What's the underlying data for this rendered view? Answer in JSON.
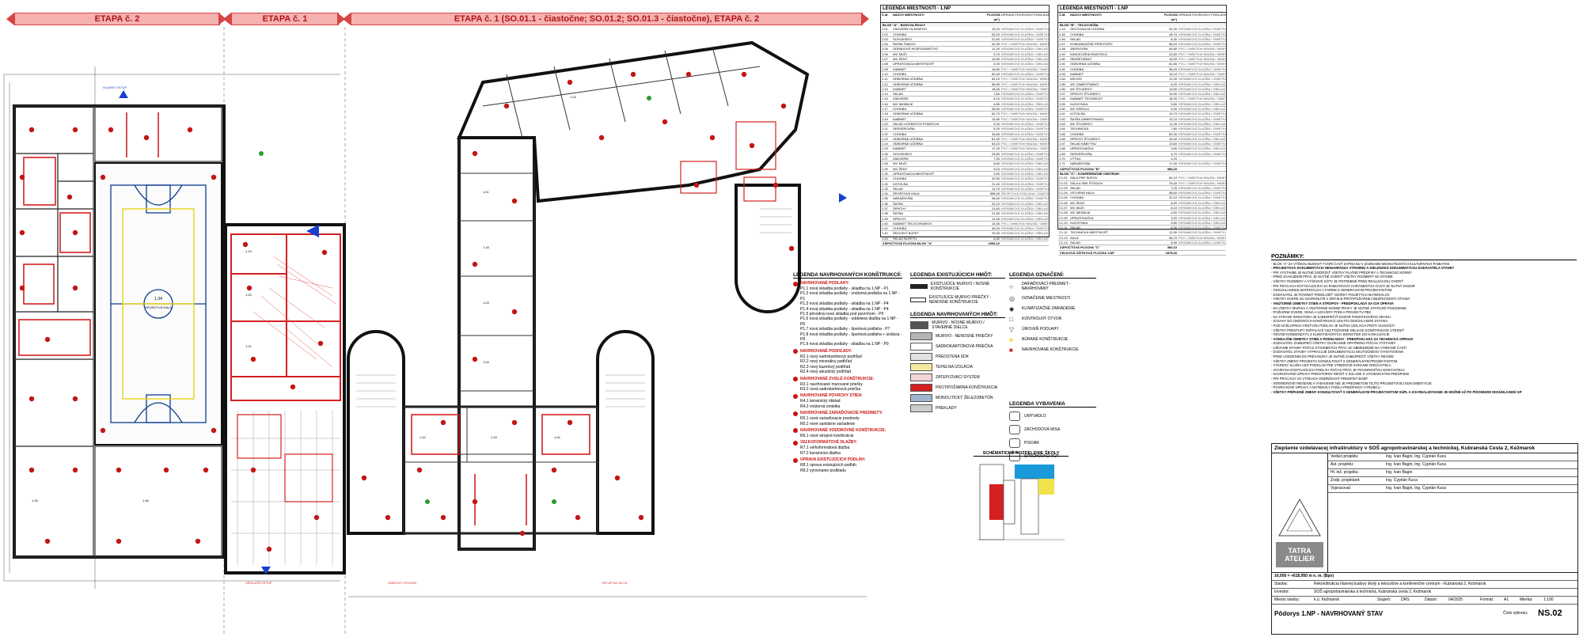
{
  "stages": {
    "stage_left": "ETAPA č. 2",
    "stage_mid": "ETAPA č. 1",
    "stage_right": "ETAPA č. 1 (SO.01.1 - čiastočne; SO.01.2; SO.01.3 - čiastočne),   ETAPA č. 2"
  },
  "plan_labels": {
    "gym": "1.34",
    "gym_area": "SPOROTVÁ HALA",
    "room_a": "1.01",
    "room_b": "1.18",
    "room_c": "1.03",
    "room_d": "1.04",
    "room_e": "1.24",
    "room_f": "1.19",
    "room_g": "1.20",
    "room_h": "1.21",
    "room_i": "1.42",
    "room_j": "1.43",
    "room_k": "1.44",
    "room_l": "1.45",
    "room_m": "1.46",
    "entrance_left": "HLAVNÝ VSTUP",
    "entrance_right": "VEDĽAJŠÍ VSTUP",
    "exit_a": "ÚNIKOVÝ VÝCHOD",
    "exit_b": "VSTUP DO SO.01"
  },
  "table_left": {
    "title": "LEGENDA MIESTNOSTÍ - 1.NP",
    "headers": [
      "Č.M.",
      "NÁZOV MIESTNOSTI",
      "PLOCHA (m²)",
      "ÚPRAVA POVRCHOV PODLAHA / STENY / STROP"
    ],
    "section": "BLOK \"A\" - BUDOVA ŠKOLY",
    "rows": [
      [
        "1.01",
        "ZÁDVERIE HLAVNÉHO",
        "15,10",
        "KERAMICKÁ DLAŽBA / OMIETKA / SDK PODHĽAD"
      ],
      [
        "1.02",
        "CHODBA",
        "53,20",
        "KERAMICKÁ DLAŽBA / OMIETKA / MINERÁLNY PODHĽAD"
      ],
      [
        "1.03",
        "SCHODISKO",
        "22,60",
        "KERAMICKÁ DLAŽBA / OMIETKA / OMIETKA"
      ],
      [
        "1.04",
        "ŠATNE ŽIAKOV",
        "42,30",
        "PVC / OMIETKA+MAĽBA / MINERÁLNY PODHĽAD"
      ],
      [
        "1.05",
        "ODPADOVÉ HOSPODÁRSTVO",
        "11,20",
        "KERAMICKÁ DLAŽBA / OBKLAD / OMIETKA"
      ],
      [
        "1.06",
        "WC MUŽI",
        "9,70",
        "KERAMICKÁ DLAŽBA / OBKLAD / SDK PODHĽAD"
      ],
      [
        "1.07",
        "WC ŽENY",
        "10,50",
        "KERAMICKÁ DLAŽBA / OBKLAD / SDK PODHĽAD"
      ],
      [
        "1.08",
        "UPRATOVACIA MIESTNOSŤ",
        "4,30",
        "KERAMICKÁ DLAŽBA / OBKLAD / OMIETKA"
      ],
      [
        "1.09",
        "KABINET",
        "16,80",
        "PVC / OMIETKA+MAĽBA / OMIETKA"
      ],
      [
        "1.10",
        "CHODBA",
        "60,40",
        "KERAMICKÁ DLAŽBA / OMIETKA / MINERÁLNY PODHĽAD"
      ],
      [
        "1.11",
        "ODBORNÁ UČEBŇA",
        "64,20",
        "PVC / OMIETKA+MAĽBA / MINERÁLNY PODHĽAD"
      ],
      [
        "1.12",
        "ODBORNÁ UČEBŇA",
        "58,90",
        "PVC / OMIETKA+MAĽBA / MINERÁLNY PODHĽAD"
      ],
      [
        "1.13",
        "KABINET",
        "18,40",
        "PVC / OMIETKA+MAĽBA / OMIETKA"
      ],
      [
        "1.14",
        "SKLAD",
        "7,60",
        "KERAMICKÁ DLAŽBA / OMIETKA / OMIETKA"
      ],
      [
        "1.15",
        "ZÁDVERIE",
        "6,10",
        "KERAMICKÁ DLAŽBA / OMIETKA / OMIETKA"
      ],
      [
        "1.16",
        "WC IMOBILNÍ",
        "4,80",
        "KERAMICKÁ DLAŽBA / OBKLAD / SDK PODHĽAD"
      ],
      [
        "1.17",
        "CHODBA",
        "28,30",
        "KERAMICKÁ DLAŽBA / OMIETKA / MINERÁLNY PODHĽAD"
      ],
      [
        "1.18",
        "ODBORNÁ UČEBŇA",
        "62,70",
        "PVC / OMIETKA+MAĽBA / MINERÁLNY PODHĽAD"
      ],
      [
        "1.19",
        "KABINET",
        "14,90",
        "PVC / OMIETKA+MAĽBA / OMIETKA"
      ],
      [
        "1.20",
        "SKLAD UČEBNÝCH POMÔCOK",
        "9,40",
        "KERAMICKÁ DLAŽBA / OMIETKA / OMIETKA"
      ],
      [
        "1.21",
        "SERVEROVŇA",
        "5,20",
        "KERAMICKÁ DLAŽBA / OMIETKA / OMIETKA"
      ],
      [
        "1.22",
        "CHODBA",
        "34,60",
        "KERAMICKÁ DLAŽBA / OMIETKA / MINERÁLNY PODHĽAD"
      ],
      [
        "1.23",
        "ODBORNÁ UČEBŇA",
        "61,30",
        "PVC / OMIETKA+MAĽBA / MINERÁLNY PODHĽAD"
      ],
      [
        "1.24",
        "ODBORNÁ UČEBŇA",
        "63,10",
        "PVC / OMIETKA+MAĽBA / MINERÁLNY PODHĽAD"
      ],
      [
        "1.25",
        "KABINET",
        "17,20",
        "PVC / OMIETKA+MAĽBA / OMIETKA"
      ],
      [
        "1.26",
        "SCHODISKO",
        "24,80",
        "KERAMICKÁ DLAŽBA / OMIETKA / OMIETKA"
      ],
      [
        "1.27",
        "ZÁDVERIE",
        "7,90",
        "KERAMICKÁ DLAŽBA / OMIETKA / OMIETKA"
      ],
      [
        "1.28",
        "WC MUŽI",
        "8,60",
        "KERAMICKÁ DLAŽBA / OBKLAD / SDK PODHĽAD"
      ],
      [
        "1.29",
        "WC ŽENY",
        "9,10",
        "KERAMICKÁ DLAŽBA / OBKLAD / SDK PODHĽAD"
      ],
      [
        "1.30",
        "UPRATOVACIA MIESTNOSŤ",
        "3,90",
        "KERAMICKÁ DLAŽBA / OBKLAD / OMIETKA"
      ],
      [
        "1.31",
        "CHODBA",
        "42,50",
        "KERAMICKÁ DLAŽBA / OMIETKA / MINERÁLNY PODHĽAD"
      ],
      [
        "1.32",
        "KOTOLŇA",
        "21,40",
        "KERAMICKÁ DLAŽBA / OMIETKA / OMIETKA"
      ],
      [
        "1.33",
        "SKLAD",
        "12,70",
        "KERAMICKÁ DLAŽBA / OMIETKA / OMIETKA"
      ],
      [
        "1.34",
        "ŠPORTOVÁ HALA",
        "598,20",
        "ŠPORTOVÁ PODLAHA / OMIETKA / OMIETKA"
      ],
      [
        "1.35",
        "NÁRAĎOVŇA",
        "28,40",
        "KERAMICKÁ DLAŽBA / OMIETKA / OMIETKA"
      ],
      [
        "1.36",
        "ŠATŇA",
        "22,10",
        "KERAMICKÁ DLAŽBA / OBKLAD / SDK PODHĽAD"
      ],
      [
        "1.37",
        "SPRCHY",
        "11,60",
        "KERAMICKÁ DLAŽBA / OBKLAD / SDK PODHĽAD"
      ],
      [
        "1.38",
        "ŠATŇA",
        "21,80",
        "KERAMICKÁ DLAŽBA / OBKLAD / SDK PODHĽAD"
      ],
      [
        "1.39",
        "SPRCHY",
        "11,40",
        "KERAMICKÁ DLAŽBA / OBKLAD / SDK PODHĽAD"
      ],
      [
        "1.40",
        "KABINET TELOCVIKÁROV",
        "14,30",
        "PVC / OMIETKA+MAĽBA / OMIETKA"
      ],
      [
        "1.41",
        "CHODBA",
        "46,20",
        "KERAMICKÁ DLAŽBA / OMIETKA / MINERÁLNY PODHĽAD"
      ],
      [
        "1.42",
        "ŠKOLSKÝ BUFET",
        "29,30",
        "KERAMICKÁ DLAŽBA / OBKLAD / SDK PODHĽAD"
      ],
      [
        "1.43",
        "SKLAD BUFETU",
        "6,80",
        "KERAMICKÁ DLAŽBA / OBKLAD / OMIETKA"
      ]
    ],
    "total": "ZÁPOČTOVÁ PLOCHA BLOK \"A\"",
    "total_value": "1906,10"
  },
  "table_right": {
    "title": "LEGENDA MIESTNOSTÍ - 1.NP",
    "headers": [
      "Č.M.",
      "NÁZOV MIESTNOSTI",
      "PLOCHA (m²)",
      "ÚPRAVA POVRCHOV PODLAHA / STENY / STROP"
    ],
    "section": "BLOK \"B\" - TELOCVIČŇA",
    "rows": [
      [
        "1.44",
        "SPOJOVACIA CHODBA",
        "32,40",
        "KERAMICKÁ DLAŽBA / OMIETKA / SDK PODHĽAD"
      ],
      [
        "1.45",
        "CHODBA",
        "48,70",
        "KERAMICKÁ DLAŽBA / OMIETKA / MINERÁLNY PODHĽAD"
      ],
      [
        "1.46",
        "SKLAD",
        "8,30",
        "KERAMICKÁ DLAŽBA / OMIETKA / OMIETKA"
      ],
      [
        "1.47",
        "KOMUNIKAČNÉ PRIESTORY",
        "56,20",
        "KERAMICKÁ DLAŽBA / OMIETKA / MINERÁLNY PODHĽAD"
      ],
      [
        "1.48",
        "ZBOROVŇA",
        "44,80",
        "PVC / OMIETKA+MAĽBA / MINERÁLNY PODHĽAD"
      ],
      [
        "1.49",
        "KANCELÁRIA RIADITEĽA",
        "22,60",
        "PVC / OMIETKA+MAĽBA / MINERÁLNY PODHĽAD"
      ],
      [
        "1.50",
        "SEKRETARIÁT",
        "16,90",
        "PVC / OMIETKA+MAĽBA / MINERÁLNY PODHĽAD"
      ],
      [
        "1.51",
        "ODBORNÁ UČEBŇA",
        "61,80",
        "PVC / OMIETKA+MAĽBA / MINERÁLNY PODHĽAD"
      ],
      [
        "1.52",
        "CHODBA",
        "38,20",
        "KERAMICKÁ DLAŽBA / OMIETKA / MINERÁLNY PODHĽAD"
      ],
      [
        "1.53",
        "KABINET",
        "15,10",
        "PVC / OMIETKA+MAĽBA / OMIETKA"
      ],
      [
        "1.54",
        "ARCHÍV",
        "12,40",
        "KERAMICKÁ DLAŽBA / OMIETKA / OMIETKA"
      ],
      [
        "1.55",
        "WC ZAMESTNANCI",
        "6,20",
        "KERAMICKÁ DLAŽBA / OBKLAD / SDK PODHĽAD"
      ],
      [
        "1.56",
        "WC ŠTUDENTI",
        "14,80",
        "KERAMICKÁ DLAŽBA / OBKLAD / SDK PODHĽAD"
      ],
      [
        "1.57",
        "SPRCHY ŠTUDENTI",
        "10,90",
        "KERAMICKÁ DLAŽBA / OBKLAD / SDK PODHĽAD"
      ],
      [
        "1.58",
        "KABINET TECHNICKÝ",
        "18,30",
        "PVC / OMIETKA+MAĽBA / OMIETKA"
      ],
      [
        "1.59",
        "KUCHYNKA",
        "9,60",
        "KERAMICKÁ DLAŽBA / OBKLAD / SDK PODHĽAD"
      ],
      [
        "1.60",
        "WC KRESLO",
        "4,90",
        "KERAMICKÁ DLAŽBA / OBKLAD / SDK PODHĽAD"
      ],
      [
        "1.61",
        "KOTOLŇA",
        "19,70",
        "KERAMICKÁ DLAŽBA / OMIETKA / OMIETKA"
      ],
      [
        "1.62",
        "ŠATŇA ZAMESTNANCI",
        "12,10",
        "KERAMICKÁ DLAŽBA / OMIETKA / SDK PODHĽAD"
      ],
      [
        "1.63",
        "WC ŠTUDENTI",
        "11,20",
        "KERAMICKÁ DLAŽBA / OBKLAD / SDK PODHĽAD"
      ],
      [
        "1.64",
        "TECHNICKÁ",
        "7,80",
        "KERAMICKÁ DLAŽBA / OMIETKA / OMIETKA"
      ],
      [
        "1.65",
        "CHODBA",
        "52,30",
        "KERAMICKÁ DLAŽBA / OMIETKA / MINERÁLNY PODHĽAD"
      ],
      [
        "1.66",
        "SPRCHY ŠTUDENTI",
        "10,40",
        "KERAMICKÁ DLAŽBA / OBKLAD / SDK PODHĽAD"
      ],
      [
        "1.67",
        "SKLAD NÁBYTKU",
        "13,60",
        "KERAMICKÁ DLAŽBA / OMIETKA / OMIETKA"
      ],
      [
        "1.68",
        "UPRATOVAČKA",
        "3,80",
        "KERAMICKÁ DLAŽBA / OBKLAD / OMIETKA"
      ],
      [
        "1.69",
        "SERVEROVŇA",
        "4,70",
        "KERAMICKÁ DLAŽBA / OMIETKA / OMIETKA"
      ],
      [
        "1.70",
        "VÝŤAH",
        "4,20",
        "—"
      ],
      [
        "1.71",
        "NÁRAĎOVŇA",
        "17,40",
        "KERAMICKÁ DLAŽBA / OMIETKA / OMIETKA"
      ]
    ],
    "total": "ZÁPOČTOVÁ PLOCHA \"B\"",
    "total_value": "588,20",
    "section2": "BLOK \"C\" - KONFERENČNÉ CENTRUM",
    "rows2": [
      [
        "C1.01",
        "SÁLA PRE ŠUPOV",
        "82,10",
        "PVC / OMIETKA+MAĽBA / MINERÁLNY PODHĽAD"
      ],
      [
        "C1.02",
        "SÁLA A SBK ŠTÚDIOV",
        "76,40",
        "PVC / OMIETKA+MAĽBA / MINERÁLNY PODHĽAD"
      ],
      [
        "C1.03",
        "SKLAD",
        "7,20",
        "KERAMICKÁ DLAŽBA / OMIETKA / OMIETKA"
      ],
      [
        "C1.04",
        "VSTUPNÁ HALA",
        "38,60",
        "KERAMICKÁ DLAŽBA / OMIETKA / SDK PODHĽAD"
      ],
      [
        "C1.05",
        "CHODBA",
        "22,10",
        "KERAMICKÁ DLAŽBA / OMIETKA / MINERÁLNY PODHĽAD"
      ],
      [
        "C1.06",
        "WC ŽENY",
        "8,40",
        "KERAMICKÁ DLAŽBA / OBKLAD / SDK PODHĽAD"
      ],
      [
        "C1.07",
        "WC MUŽI",
        "8,10",
        "KERAMICKÁ DLAŽBA / OBKLAD / SDK PODHĽAD"
      ],
      [
        "C1.08",
        "WC IMOBILNÍ",
        "4,60",
        "KERAMICKÁ DLAŽBA / OBKLAD / SDK PODHĽAD"
      ],
      [
        "C1.09",
        "UPRATOVAČKA",
        "3,20",
        "KERAMICKÁ DLAŽBA / OBKLAD / OMIETKA"
      ],
      [
        "C1.10",
        "KUCHYNKA",
        "9,80",
        "KERAMICKÁ DLAŽBA / OBKLAD / SDK PODHĽAD"
      ],
      [
        "C1.11",
        "SKLAD",
        "6,30",
        "KERAMICKÁ DLAŽBA / OMIETKA / OMIETKA"
      ],
      [
        "C1.12",
        "TECHNICKÁ MIESTNOSŤ",
        "11,50",
        "KERAMICKÁ DLAŽBA / OMIETKA / OMIETKA"
      ],
      [
        "C1.13",
        "AULA",
        "96,70",
        "PVC / OMIETKA+MAĽBA / MINERÁLNY PODHĽAD"
      ],
      [
        "C1.14",
        "SKLAD",
        "8,90",
        "KERAMICKÁ DLAŽBA / OMIETKA / OMIETKA"
      ]
    ],
    "total2": "ZÁPOČTOVÁ PLOCHA \"C\"",
    "total2_value": "384,10",
    "grand_total": "CELKOVÁ ÚŽITKOVÁ PLOCHA 1.NP",
    "grand_total_value": "2878,40"
  },
  "legend_new": {
    "title": "LEGENDA NAVRHOVANÝCH KONŠTRUKCIÍ:",
    "groups": [
      {
        "head": "NAVRHOVANÉ PODLAHY:",
        "lines": [
          "P1.1 nová skladba podlahy - skladba na 1.NP - P1",
          "P1.2 nová skladba podlahy - vnútorná podlaha na 1.NP - P1",
          "P1.3 nová skladba podlahy - skladba na 1.NP - P4",
          "P1.4 nová skladba podlahy - skladba na 1.NP - P4",
          "P1.5 pôvodná nová skladba pod povrchom - P5",
          "P1.6 nová skladba podlahy - oddelená dlažba na 1.NP - P6",
          "P1.7 nová skladba podlahy - športová podlaha - P7",
          "P1.8 nová skladba podlahy - športová podlaha + izolácia - P8",
          "P1.9 nová skladba podlahy - skladba na 1.NP - P9"
        ]
      },
      {
        "head": "NAVRHOVANÉ PODHĽADY:",
        "lines": [
          "R2.1 nový sadrokartónový podhľad",
          "R2.2 nový minerálny podhľad",
          "R2.3 nový kazetový podhľad",
          "R2.4 nový akustický podhľad"
        ]
      },
      {
        "head": "NAVRHOVANÉ ZVISLÉ KONŠTRUKCIE:",
        "lines": [
          "R3.1 navrhované murované priečky",
          "R3.2 nová sadrokartónová priečka"
        ]
      },
      {
        "head": "NAVRHOVANÉ POVRCHY STIEN:",
        "lines": [
          "R4.1 keramický obklad",
          "R4.2 vnútorná omietka"
        ]
      },
      {
        "head": "NAVRHOVANÉ ZARIAĎOVACIE PREDMETY:",
        "lines": [
          "R5.1 nové zariaďovacie predmety",
          "R5.2 nové sanitárne zariadenie"
        ]
      },
      {
        "head": "NAVRHOVANÉ VODOROVNÉ KONŠTRUKCIE:",
        "lines": [
          "R6.1 nové stropné konštrukcie"
        ]
      },
      {
        "head": "VEĽKOFORMÁTOVÉ DLAŽBY:",
        "lines": [
          "R7.1 veľkoformátová dlažba",
          "R7.2 keramická dlažba"
        ]
      },
      {
        "head": "ÚPRAVA EXISTUJÚCICH PODLÁH:",
        "lines": [
          "R8.1 oprava existujúcich podláh",
          "R8.2 vyrovnanie podkladu"
        ]
      }
    ]
  },
  "legend_existing": {
    "title": "LEGENDA EXISTUJÚCICH HMÔT:",
    "lines": [
      "EXISTUJÚCE MURIVO / NOSNÉ KONŠTRUKCIE",
      "EXISTUJÚCE MURIVO PRIEČKY - NENOSNÉ KONŠTRUKCIE"
    ],
    "title2": "LEGENDA NAVRHOVANÝCH HMÔT:",
    "lines2": [
      "MURIVO - NOSNÉ MURIVO / STAVEBNÉ DIELCE",
      "MURIVO - NENOSNÉ PRIEČKY",
      "SADROKARTÓNOVÁ PRIEČKA",
      "PREDSTENA SDK",
      "TEPELNÁ IZOLÁCIA",
      "ZATEPĽOVACÍ SYSTÉM",
      "PROTIPOŽIARNA KONŠTRUKCIA",
      "MONOLITICKÝ ŽELEZOBETÓN",
      "PREKLADY"
    ]
  },
  "legend_marks": {
    "title": "LEGENDA OZNAČENÍ:",
    "lines": [
      "ZARIAĎOVACÍ PREDMET - NAVRHOVANÝ",
      "OZNAČENIE MIESTNOSTI",
      "KLIMATIZAČNÉ ZARIADENIE",
      "KONTROLNÝ OTVOR",
      "ÚROVEŇ PODLAHY",
      "BÚRANÉ KONŠTRUKCIE",
      "NAVRHOVANÉ KONŠTRUKCIE"
    ],
    "title2": "LEGENDA VYBAVENIA",
    "lines2": [
      "UMÝVADLO",
      "ZÁCHODOVÁ MISA",
      "PISOÁR",
      "SPRCHOVACÍ KÚT"
    ]
  },
  "schematic": {
    "title": "SCHÉMATICKÉ ROZDELENIE ŠKOLY"
  },
  "notes": {
    "title": "POZNÁMKY:",
    "lines": [
      "- BLOK \"A\" ZA VÝŠKOU BUDOVY TVORÍ ČASŤ ZAPÍSANÚ V ZOZNAME NEHNUTEĽNÝCH KULTÚRNYCH PAMIATOK",
      "- PROJEKTOVÁ DOKUMENTÁCIA NENAHRÁDZA VÝROBNÚ A DIELENSKÚ DOKUMENTÁCIU DODÁVATEĽA STAVBY",
      "- PRI VYSTAVBE JE NUTNÉ DODRŽAŤ VŠETKY PLATNÉ PREDPISY A TECHNICKÉ NORMY",
      "- PRED ZAHÁJENÍM PRÁC JE NUTNÉ OVERIŤ VŠETKY ROZMERY NA STAVBE",
      "- VŠETKY ROZMERY A VÝŠKOVÉ KÓTY JE POTREBNÉ PRED REALIZÁCIOU OVERIŤ",
      "- PRI PRÁCACH DOTÝKAJÚCICH SA PAMIATKOVO CHRÁNENÝCH ČASTÍ JE NUTNÝ DOZOR",
      "- ODSÚHLASENIE MATERIÁLOV A FARIEB S GENERÁLNYM PROJEKTANTOM",
      "- DODÁVATEĽ JE POVINNÝ PREDLOŽIŤ VZORKY POUŽITÝCH MATERIÁLOV",
      "- VŠETKY DVERE SÚ NAVRHNUTÉ V ZMYSLE PROTIPOŽIARNEJ BEZPEČNOSTI STAVBY",
      "- VNÚTORNÉ OMIETKY STIEN A STROPOV - PREDPOKLADÁ SA ICH OPRAVA",
      "- NA VŠETKY MURIVÁ A VNÚTORNÉ NOSNÉ PRVKY JE NUTNÉ STATICKÉ POSÚDENIE",
      "- POŽIARNE DVERE, OKNÁ A UZÁVERY PODĽA PROJEKTU PBS",
      "- NA STRANE INVESTORA JE ZABEZPEČIŤ DOZOR PAMIATKOVÉHO ÚRADU",
      "- ZÁSAHY DO ÚNOSNÝCH KONŠTRUKCIÍ LEN PO ODSÚHLASENÍ STATIKA",
      "- POD NÁŠĽAPNOU VRSTVOU PODLÁH JE NUTNÁ IZOLÁCIA PROTI VLHKOSTI",
      "- VŠETKY PRESTUPY INŠTALÁCIÍ CEZ POŽIARNE DELIACE KONŠTRUKCIE UTESNIŤ",
      "- ODVOD KONDENZÁTU Z KLIMATIZAČNÝCH JEDNOTIEK DO KANALIZÁCIE",
      "- VONKAJŠIE OMIETKY STIEN A PODHĽADOV - PREDPOKLADÁ SA TECHNICKÁ OPRAVA",
      "- DODÁVATEĽ ZABEZPEČÍ VŠETKY OCHRANNÉ OPATRENIA POČAS VÝSTAVBY",
      "- UŽÍVANIE STAVBY POČAS STAVEBNÝCH PRÁC JE OBMEDZENÉ NA VYBRANÉ ČASTI",
      "- DODÁVATEĽ STAVBY VYPRACUJE DOKUMENTÁCIU SKUTOČNÉHO VYHOTOVENIA",
      "- PRED UVEDENÍM DO PREVÁDZKY JE NUTNÉ ZABEZPEČIŤ VŠETKY REVÍZIE",
      "- VŠETKY ZMENY PROJEKTU KONZULTOVAŤ S GENERÁLNYM PROJEKTANTOM",
      "- VÝKRESY SLÚŽIA AKO PODKLAD PRE VÝBEROVÉ KONANIE DODÁVATEĽA",
      "- OCHRANA EXISTUJÚCICH PODLÁH POČAS PRÁC JE POVINNOSŤOU DODÁVATEĽA",
      "- NAVRHOVANÉ ÚPRAVY PRIESTOROV RIEŠIŤ V SÚLADE S HYGIENICKÝMI PREDPISMI",
      "- PRI PRÁCACH VO VÝŠKACH DODRŽIAVAŤ PREDPISY BOZP",
      "- INTERIÉROVÉ RIEŠENIE A VYBAVENIE NIE JE PREDMETOM TEJTO PROJEKTOVEJ DOKUMENTÁCIE",
      "- POVRCHOVÉ ÚPRAVY A MATERIÁLY PODĽA PREDPISOV VÝROBCU",
      "- VŠETKY PRÍPADNÉ ZMENY KONZULTOVAŤ S GENERÁLNYM PROJEKTANTOM SÚPL A ICH REALIZOVANIE JE MOŽNÉ AŽ PO PÍSOMNOM ODSÚHLASENÍ GP"
    ]
  },
  "titleblock": {
    "project": "Zlepšenie vzdelávacej infraštruktúry v SOŠ agropotravinárskej a technickej, Kubranská Cesta 2, Kežmarok",
    "company": "TATRA ATELIER",
    "rows": [
      [
        "Vedúci projektu:",
        "Ing. Ivan Bagin, Ing. Cyprián Kuca"
      ],
      [
        "Aut. projektu:",
        "Ing. Ivan Bagin, Ing. Cyprián Kuca"
      ],
      [
        "Hl. inž. projektu:",
        "Ing. Ivan Bagin"
      ],
      [
        "Zodp. projektant:",
        "Ing. Cyprián Kuca"
      ],
      [
        "Vypracoval:",
        "Ing. Ivan Bagin, Ing. Cyprián Kuca"
      ]
    ],
    "obj_label": "Stavba:",
    "obj_value": "Rekonštrukcia hlavnej budovy školy a telocvične a konferenčné centrum - Kubranská 2, Kežmarok",
    "investor_label": "Investor:",
    "investor_value": "SOŠ agropotravinárska a technická, Kubranská cesta 2, Kežmarok",
    "place_label": "Miesto stavby:",
    "place_value": "k.ú. Kežmarok",
    "phase_label": "Stupeň:",
    "phase_value": "DRS",
    "date_label": "Dátum:",
    "date_value": "04/2025",
    "format_label": "Formát:",
    "format_value": "A1",
    "scale_label": "Mierka:",
    "scale_value": "1:100",
    "drawing_title": "Pôdorys 1.NP - NAVRHOVANÝ STAV",
    "drawing_no_label": "Číslo výkresu:",
    "drawing_no": "NS.02",
    "elev_label": "±0,000 = +618,950 m n. m. (Bpv)"
  },
  "colors": {
    "red": "#d42020",
    "blue": "#1a3fcf",
    "yellow": "#f0e24a",
    "green": "#2a9d2a",
    "stage_bg": "#f6b1b1"
  }
}
